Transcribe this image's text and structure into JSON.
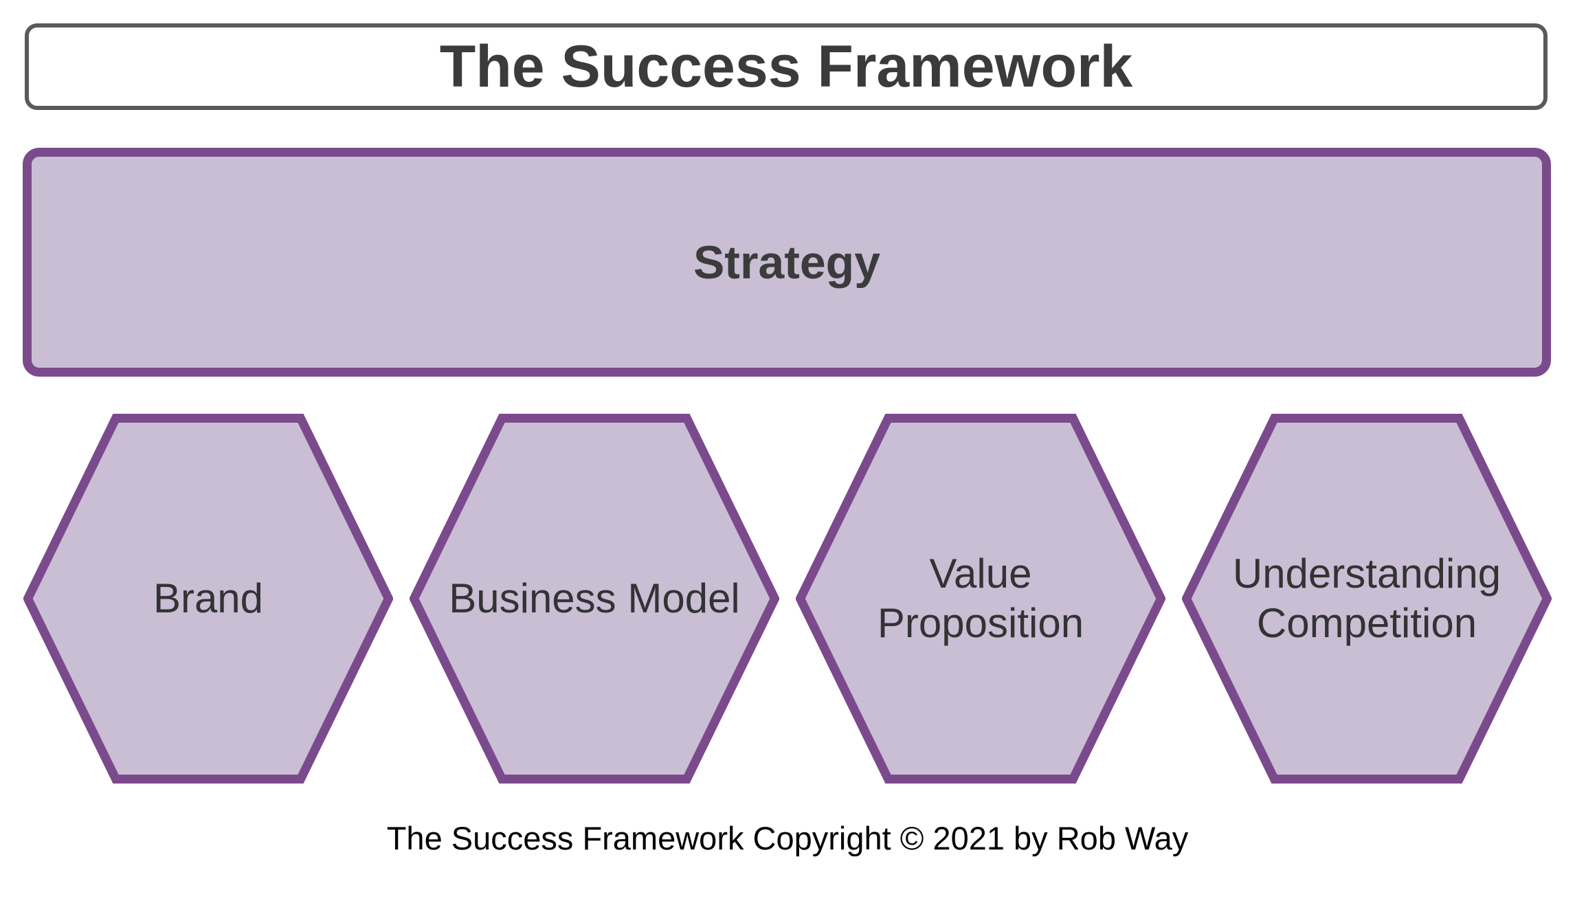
{
  "header": {
    "title": "The Success Framework"
  },
  "strategy": {
    "label": "Strategy"
  },
  "hexagons": [
    {
      "name": "brand",
      "lines": [
        "Brand"
      ]
    },
    {
      "name": "business-model",
      "lines": [
        "Business Model"
      ]
    },
    {
      "name": "value-proposition",
      "lines": [
        "Value",
        "Proposition"
      ]
    },
    {
      "name": "understanding-competition",
      "lines": [
        "Understanding",
        "Competition"
      ]
    }
  ],
  "footer": {
    "copyright": "The Success Framework Copyright © 2021 by Rob Way"
  },
  "colors": {
    "hex-fill": "#c9bed4",
    "hex-stroke": "#7b4a8c",
    "title-border": "#5a5a5a",
    "title-text": "#3b3b3b",
    "body-text": "#333333",
    "footer-text": "#000000"
  }
}
